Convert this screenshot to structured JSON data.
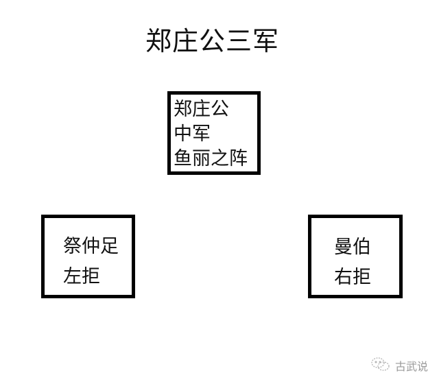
{
  "diagram": {
    "title": "郑庄公三军",
    "nodes": [
      {
        "id": "center",
        "position": "top-center",
        "lines": [
          "郑庄公",
          "中军",
          "鱼丽之阵"
        ]
      },
      {
        "id": "left",
        "position": "bottom-left",
        "lines": [
          "祭仲足",
          "左拒"
        ]
      },
      {
        "id": "right",
        "position": "bottom-right",
        "lines": [
          "曼伯",
          "右拒"
        ]
      }
    ],
    "edges": []
  },
  "watermark": {
    "icon": "wechat-icon",
    "label": "古武说"
  },
  "colors": {
    "background": "#ffffff",
    "border": "#000000",
    "text": "#111111",
    "watermark": "#9a9a9a"
  }
}
